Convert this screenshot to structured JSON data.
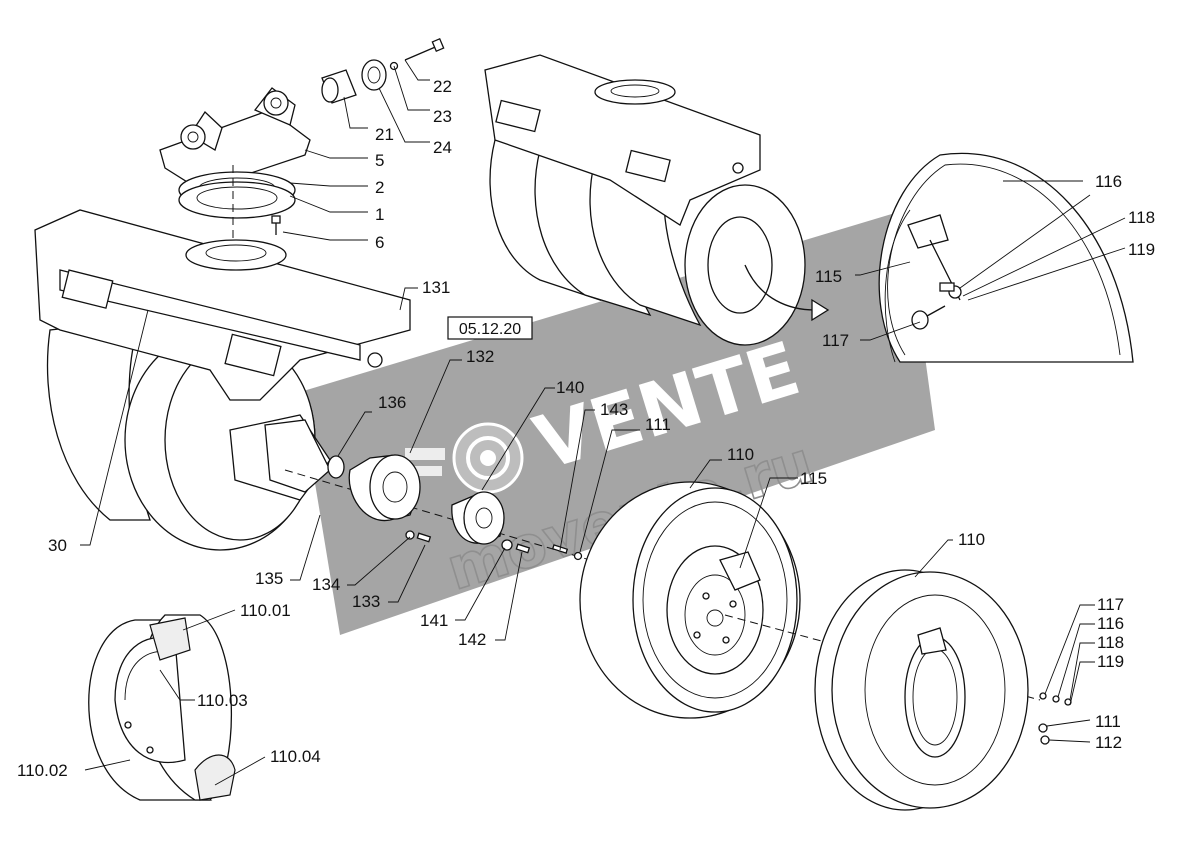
{
  "diagram": {
    "date_box": "05.12.20",
    "callouts": {
      "c22": "22",
      "c23": "23",
      "c21": "21",
      "c24": "24",
      "c5": "5",
      "c2": "2",
      "c1": "1",
      "c6": "6",
      "c131": "131",
      "c132": "132",
      "c136": "136",
      "c140": "140",
      "c143": "143",
      "c111a": "111",
      "c110a": "110",
      "c115a": "115",
      "c135": "135",
      "c134": "134",
      "c133": "133",
      "c141": "141",
      "c142": "142",
      "c30": "30",
      "c110b": "110",
      "c116a": "116",
      "c118a": "118",
      "c119a": "119",
      "c115b": "115",
      "c117a": "117",
      "c117b": "117",
      "c116b": "116",
      "c118b": "118",
      "c119b": "119",
      "c111b": "111",
      "c112": "112",
      "c110_01": "110.01",
      "c110_03": "110.03",
      "c110_02": "110.02",
      "c110_04": "110.04"
    }
  },
  "watermark": {
    "brand": "VENTE",
    "url": "movente.ru"
  },
  "colors": {
    "line": "#111111",
    "watermark_band": "#8c8c8c",
    "background": "#ffffff"
  }
}
